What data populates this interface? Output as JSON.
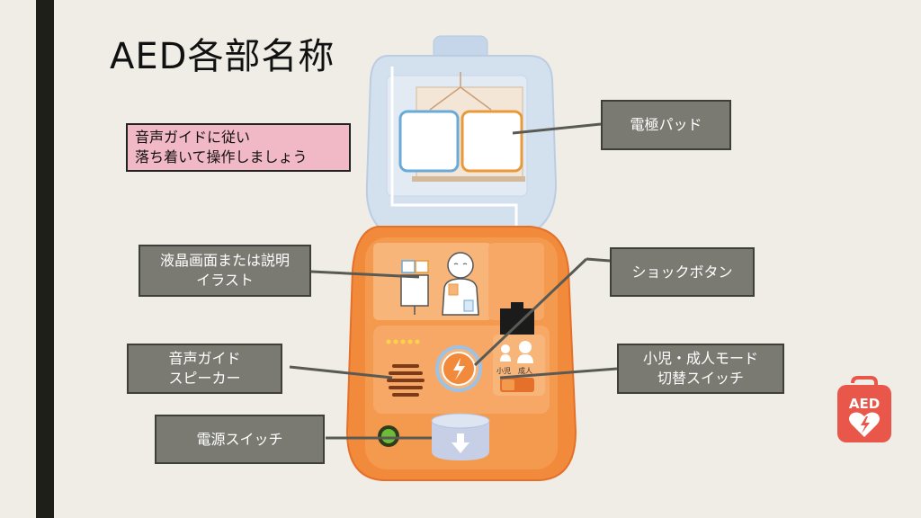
{
  "slide": {
    "title": "AED各部名称",
    "note_lines": [
      "音声ガイドに従い",
      "落ち着いて操作しましょう"
    ]
  },
  "labels": {
    "pads": [
      "電極パッド"
    ],
    "display": [
      "液晶画面または説明",
      "イラスト"
    ],
    "shock": [
      "ショックボタン"
    ],
    "speaker": [
      "音声ガイド",
      "スピーカー"
    ],
    "mode_switch": [
      "小児・成人モード",
      "切替スイッチ"
    ],
    "power": [
      "電源スイッチ"
    ]
  },
  "device": {
    "mode_child": "小児",
    "mode_adult": "成人"
  },
  "icon": {
    "text": "AED"
  },
  "colors": {
    "background": "#efede6",
    "body_orange": "#f28a3c",
    "lid_blue": "#cfdcec",
    "label_gray": "#7a7a73",
    "note_pink": "#f1b8c6",
    "icon_red": "#e8574a"
  }
}
